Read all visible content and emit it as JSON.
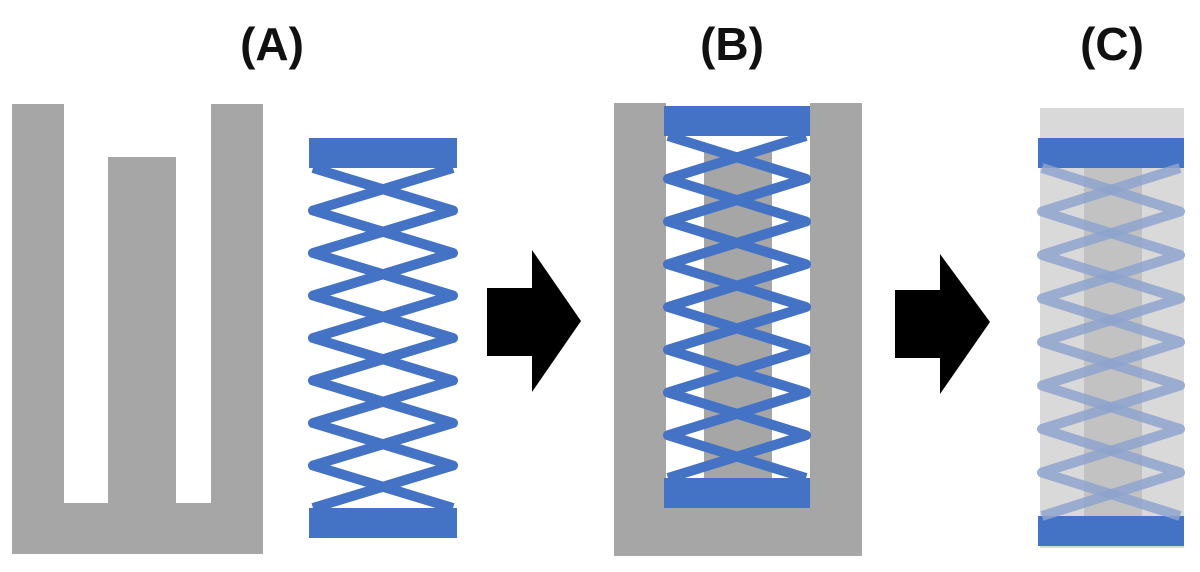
{
  "labels": {
    "a": "(A)",
    "b": "(B)",
    "c": "(C)"
  },
  "colors": {
    "gray": "#a6a6a6",
    "light_gray": "#d9d9d9",
    "blue": "#4472c4",
    "faded_blue": "#8ea3cc",
    "arrow": "#000000",
    "background": "#ffffff"
  }
}
